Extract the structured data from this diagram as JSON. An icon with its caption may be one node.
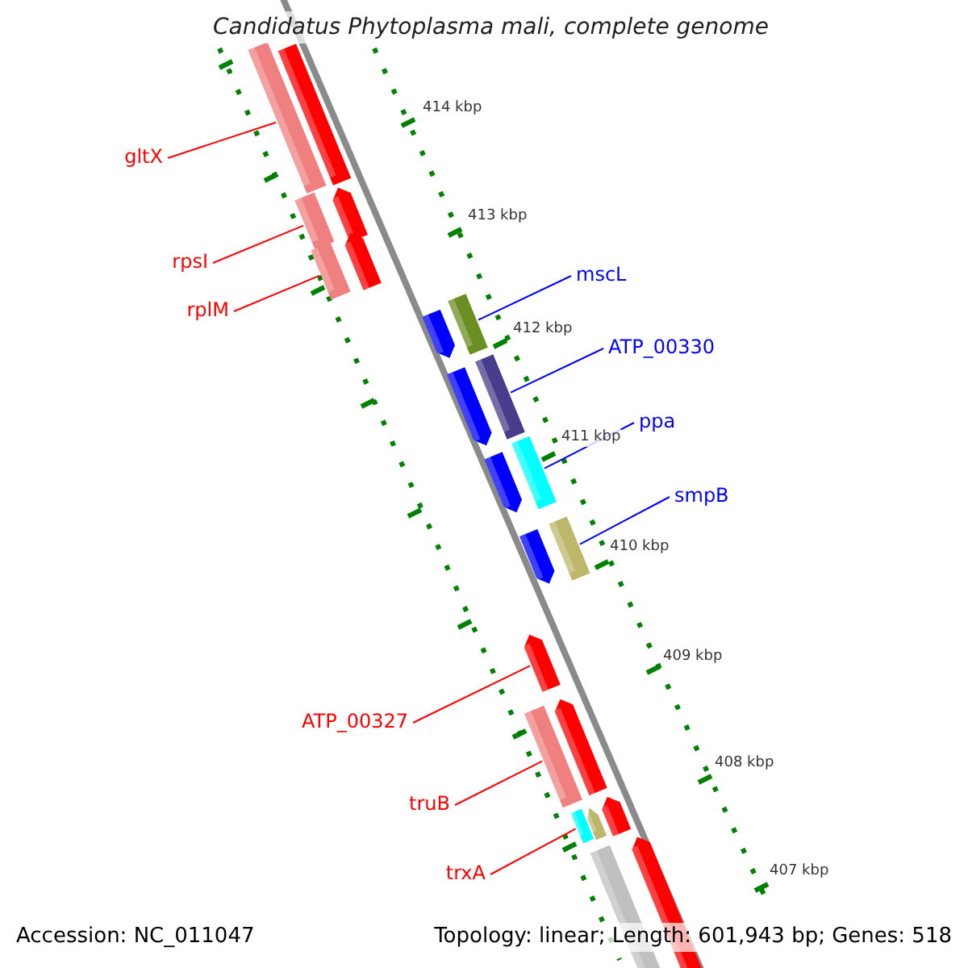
{
  "diagram": {
    "title": "Candidatus Phytoplasma mali, complete genome",
    "nodes": [
      {
        "text": [
          "gltX"
        ]
      },
      {
        "text": [
          "rpsI"
        ]
      },
      {
        "text": [
          "rplM"
        ]
      },
      {
        "text": [
          "mscL"
        ]
      },
      {
        "text": [
          "ATP_00330"
        ]
      },
      {
        "text": [
          "ppa"
        ]
      },
      {
        "text": [
          "smpB"
        ]
      },
      {
        "text": [
          "ATP_00327"
        ]
      },
      {
        "text": [
          "truB"
        ]
      },
      {
        "text": [
          "trxA"
        ]
      },
      {
        "text": [],
        "shape": "bar"
      },
      {
        "text": [],
        "shape": "bar"
      },
      {
        "text": [],
        "shape": "bar"
      },
      {
        "text": [],
        "shape": "bar"
      },
      {
        "text": [],
        "shape": "bar"
      },
      {
        "text": [],
        "shape": "bar"
      },
      {
        "text": [],
        "shape": "bar"
      },
      {
        "text": [],
        "shape": "arrow"
      },
      {
        "text": [],
        "shape": "bar"
      },
      {
        "text": [],
        "shape": "bar"
      },
      {
        "text": [],
        "shape": "bar"
      },
      {
        "text": [],
        "shape": "arrow"
      },
      {
        "text": [],
        "shape": "arrow"
      },
      {
        "text": [],
        "shape": "arrow"
      },
      {
        "text": [],
        "shape": "arrow"
      },
      {
        "text": [],
        "shape": "arrow"
      },
      {
        "text": [],
        "shape": "bar"
      },
      {
        "text": [],
        "shape": "bar"
      },
      {
        "text": [],
        "shape": "arrow"
      },
      {
        "text": [],
        "shape": "arrow"
      },
      {
        "text": [],
        "shape": "arrow"
      },
      {
        "text": [],
        "shape": "arrow"
      }
    ],
    "edges": [
      {
        "from": 0,
        "to": 10,
        "arrow": "none"
      },
      {
        "from": 1,
        "to": 11,
        "arrow": "none"
      },
      {
        "from": 2,
        "to": 12,
        "arrow": "none"
      },
      {
        "from": 3,
        "to": 13,
        "arrow": "none",
        "color": "#0000ff"
      },
      {
        "from": 4,
        "to": 14,
        "arrow": "none",
        "color": "#0000ff"
      },
      {
        "from": 5,
        "to": 15,
        "arrow": "none",
        "color": "#0000ff"
      },
      {
        "from": 6,
        "to": 16,
        "arrow": "none",
        "color": "#0000ff"
      },
      {
        "from": 7,
        "to": 17,
        "arrow": "none"
      },
      {
        "from": 8,
        "to": 18,
        "arrow": "none"
      },
      {
        "from": 9,
        "to": 19,
        "arrow": "none"
      }
    ],
    "labels": [
      "414 kbp",
      "413 kbp",
      "412 kbp",
      "411 kbp",
      "410 kbp",
      "409 kbp",
      "408 kbp",
      "407 kbp",
      "Accession: NC_011047",
      "Topology: linear; Length: 601,943 bp; Genes: 518"
    ]
  }
}
